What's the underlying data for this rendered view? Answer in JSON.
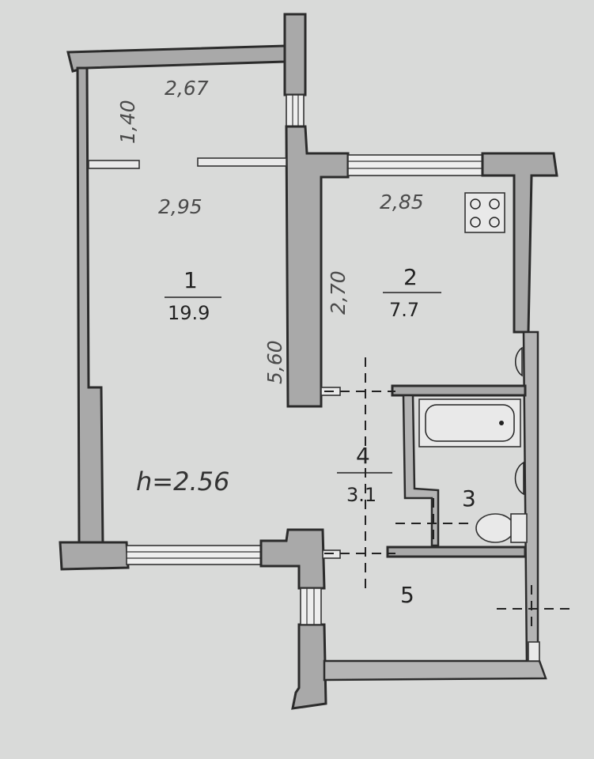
{
  "rooms": [
    {
      "number": "1",
      "area": "19.9"
    },
    {
      "number": "2",
      "area": "7.7"
    },
    {
      "number": "3"
    },
    {
      "number": "4",
      "area": "3.1"
    },
    {
      "number": "5"
    }
  ],
  "dimensions": {
    "room1_top_width": "2,67",
    "room1_window_offset": "1,40",
    "room1_width": "2,95",
    "room1_length": "5,60",
    "room2_width": "2,85",
    "room2_length": "2,70"
  },
  "ceiling_height": "h=2.56",
  "fixtures": [
    "stove-icon",
    "bathtub-icon",
    "sink-icon",
    "toilet-icon"
  ]
}
